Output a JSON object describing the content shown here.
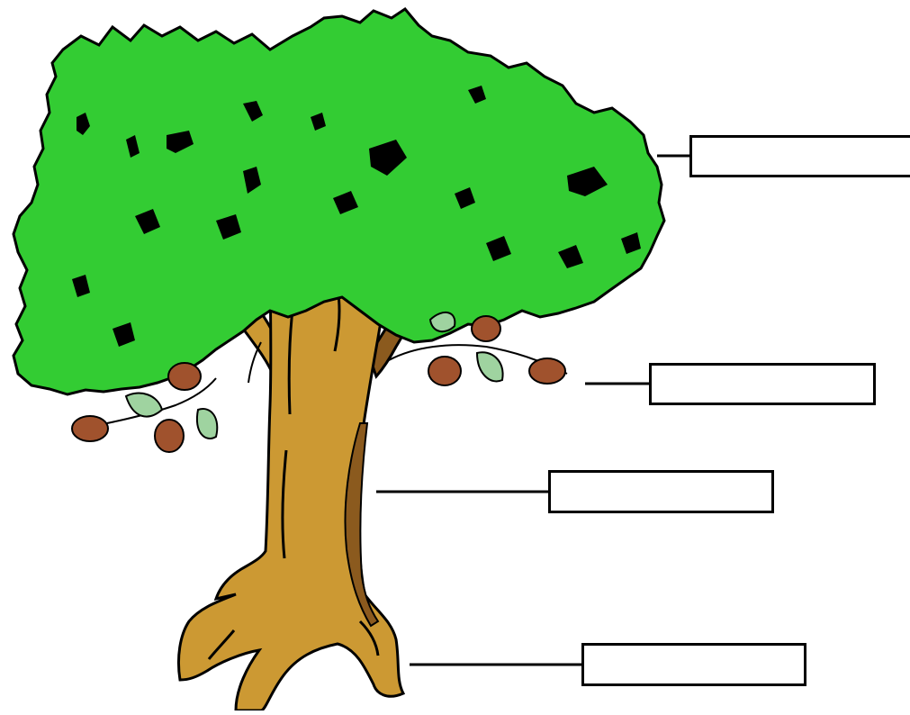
{
  "diagram": {
    "subject": "tree",
    "colors": {
      "leaves": "#33cc33",
      "leaf_shadow": "#1f8a1f",
      "trunk": "#cc9933",
      "trunk_shadow": "#8b5a1e",
      "acorn": "#a0522d",
      "acorn_cap": "#7a3f1d",
      "small_leaf": "#9fd3a0",
      "outline": "#000000"
    },
    "labels": [
      {
        "id": "canopy",
        "text": ""
      },
      {
        "id": "branch-fruit",
        "text": ""
      },
      {
        "id": "trunk",
        "text": ""
      },
      {
        "id": "roots",
        "text": ""
      }
    ]
  }
}
